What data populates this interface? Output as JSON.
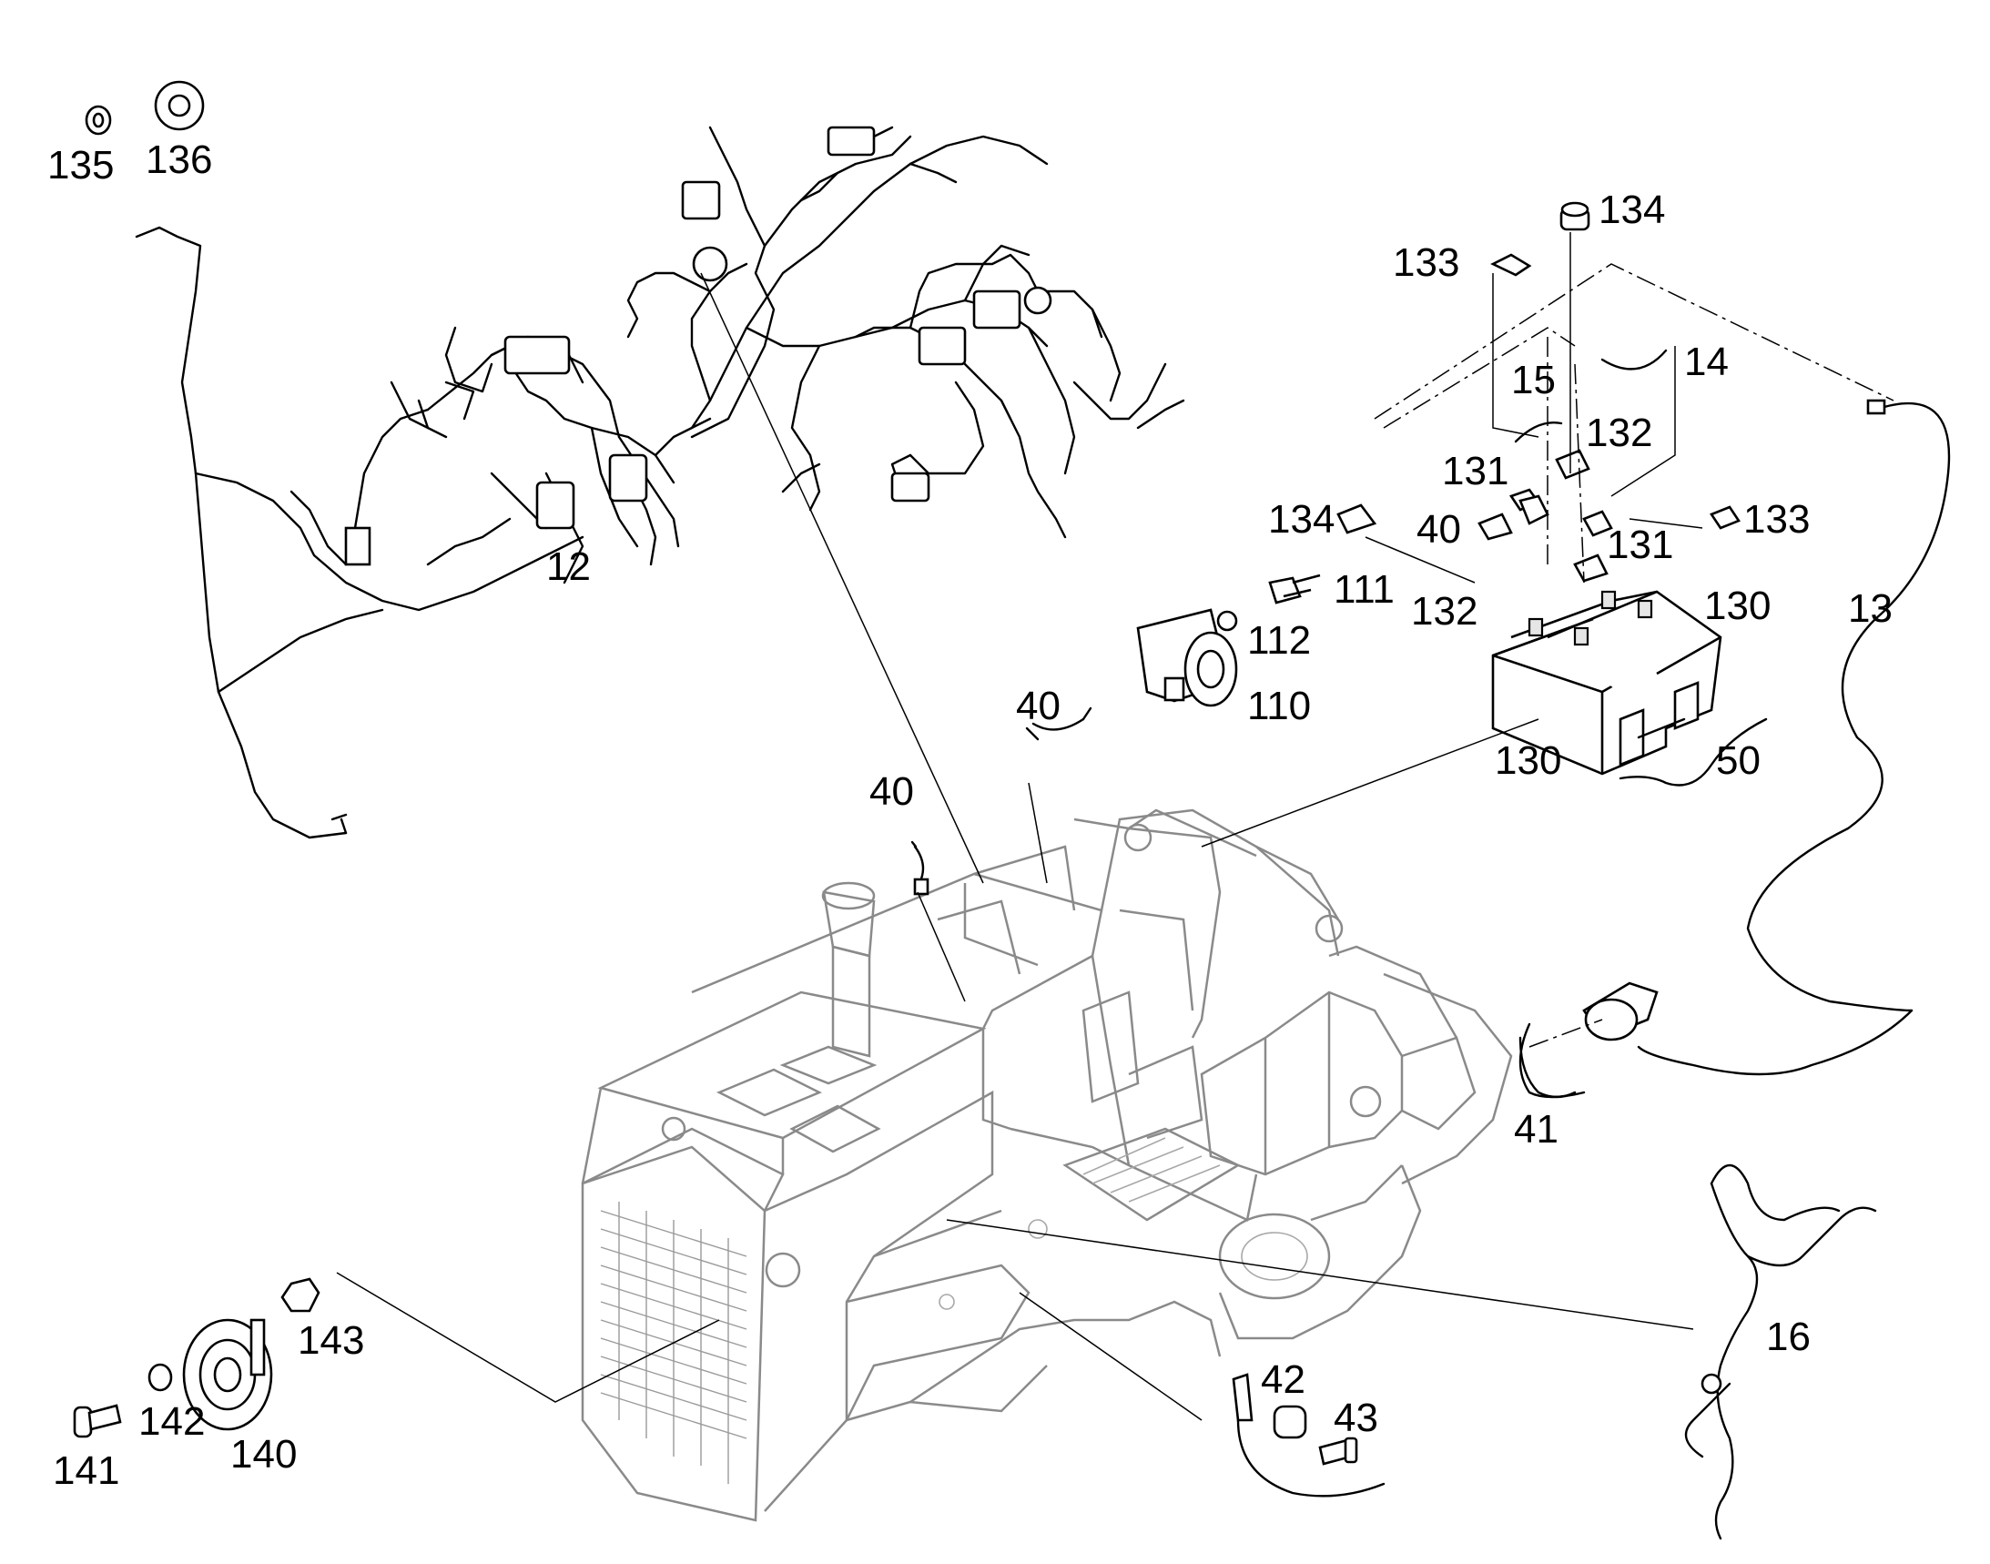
{
  "diagram": {
    "callouts": [
      {
        "id": "c135",
        "text": "135"
      },
      {
        "id": "c136",
        "text": "136"
      },
      {
        "id": "c12",
        "text": "12"
      },
      {
        "id": "c134a",
        "text": "134"
      },
      {
        "id": "c133a",
        "text": "133"
      },
      {
        "id": "c15",
        "text": "15"
      },
      {
        "id": "c14",
        "text": "14"
      },
      {
        "id": "c132a",
        "text": "132"
      },
      {
        "id": "c131a",
        "text": "131"
      },
      {
        "id": "c134b",
        "text": "134"
      },
      {
        "id": "c40a",
        "text": "40"
      },
      {
        "id": "c133b",
        "text": "133"
      },
      {
        "id": "c131b",
        "text": "131"
      },
      {
        "id": "c111",
        "text": "111"
      },
      {
        "id": "c132b",
        "text": "132"
      },
      {
        "id": "c130a",
        "text": "130"
      },
      {
        "id": "c13",
        "text": "13"
      },
      {
        "id": "c112",
        "text": "112"
      },
      {
        "id": "c110",
        "text": "110"
      },
      {
        "id": "c40b",
        "text": "40"
      },
      {
        "id": "c130b",
        "text": "130"
      },
      {
        "id": "c50",
        "text": "50"
      },
      {
        "id": "c40c",
        "text": "40"
      },
      {
        "id": "c41",
        "text": "41"
      },
      {
        "id": "c16",
        "text": "16"
      },
      {
        "id": "c143",
        "text": "143"
      },
      {
        "id": "c142",
        "text": "142"
      },
      {
        "id": "c140",
        "text": "140"
      },
      {
        "id": "c141",
        "text": "141"
      },
      {
        "id": "c42",
        "text": "42"
      },
      {
        "id": "c43",
        "text": "43"
      }
    ]
  }
}
